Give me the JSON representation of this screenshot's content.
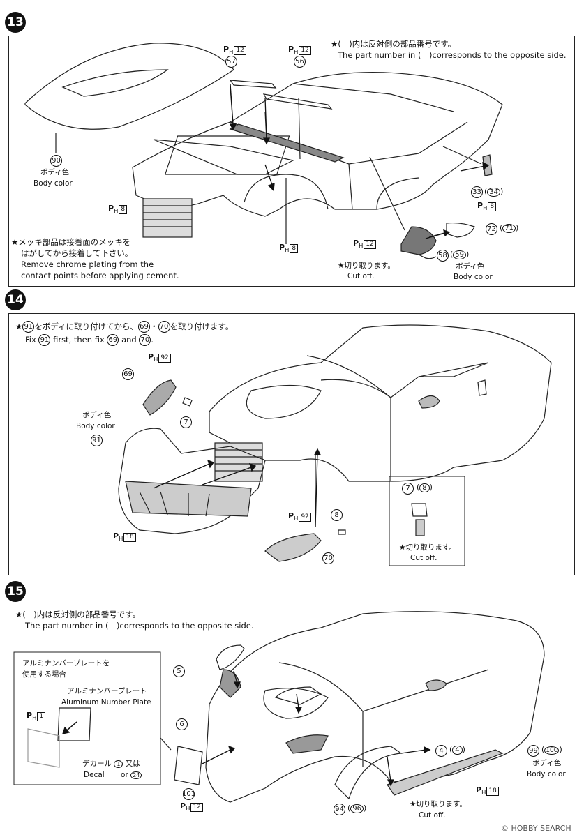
{
  "steps": [
    {
      "number": "13",
      "note_ja": "★(　)内は反対側の部品番号です。",
      "note_en": "The part number in (　)corresponds to the opposite side.",
      "chrome_ja_1": "★メッキ部品は接着面のメッキを",
      "chrome_ja_2": "はがしてから接着して下さい。",
      "chrome_en_1": "Remove chrome plating from the",
      "chrome_en_2": "contact points before applying cement.",
      "body_color_ja": "ボディ色",
      "body_color_en": "Body color",
      "cut_ja": "★切り取ります。",
      "cut_en": "Cut off.",
      "body_color2_ja": "ボディ色",
      "body_color2_en": "Body color",
      "parts": [
        "57",
        "56",
        "90",
        "33",
        "34",
        "72",
        "71",
        "58",
        "59"
      ],
      "ph_labels": [
        "12",
        "12",
        "8",
        "8",
        "8",
        "12"
      ]
    },
    {
      "number": "14",
      "note_ja_prefix": "★",
      "note_ja_a": "をボディに取り付けてから、",
      "note_ja_sep": "・",
      "note_ja_b": "を取り付けます。",
      "note_en_a": "Fix",
      "note_en_b": "first, then fix",
      "note_en_c": "and",
      "note_en_end": ".",
      "note_parts": [
        "91",
        "69",
        "70"
      ],
      "body_color_ja": "ボディ色",
      "body_color_en": "Body color",
      "cut_ja": "★切り取ります。",
      "cut_en": "Cut off.",
      "parts": [
        "69",
        "7",
        "91",
        "70",
        "8",
        "7",
        "8"
      ],
      "ph_labels": [
        "92",
        "18",
        "92"
      ]
    },
    {
      "number": "15",
      "note_ja": "★(　)内は反対側の部品番号です。",
      "note_en": "The part number in (　)corresponds to the opposite side.",
      "alu_ja_1": "アルミナンバープレートを",
      "alu_ja_2": "使用する場合",
      "alu_plate_ja": "アルミナンバープレート",
      "alu_plate_en": "Aluminum Number Plate",
      "decal_ja": "デカール",
      "decal_en": "Decal",
      "or_ja": "又は",
      "or_en": "or",
      "decal_a": "1",
      "decal_b": "24",
      "body_color_ja": "ボディ色",
      "body_color_en": "Body color",
      "cut_ja": "★切り取ります。",
      "cut_en": "Cut off.",
      "parts": [
        "5",
        "6",
        "4",
        "4",
        "99",
        "100",
        "101",
        "94",
        "96"
      ],
      "ph_labels": [
        "1",
        "12",
        "18"
      ]
    }
  ],
  "ph_prefix": "P",
  "ph_sub": "H",
  "watermark": "© HOBBY SEARCH"
}
